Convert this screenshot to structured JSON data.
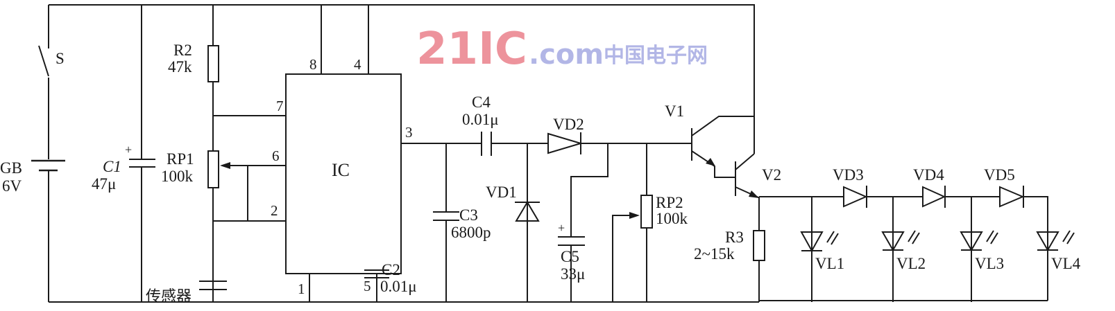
{
  "title": "Circuit schematic",
  "components": {
    "switch": {
      "ref": "S"
    },
    "battery": {
      "ref": "GB",
      "value": "6V"
    },
    "c1": {
      "ref": "C1",
      "value": "47μ",
      "polarity": "+"
    },
    "r2": {
      "ref": "R2",
      "value": "47k"
    },
    "rp1": {
      "ref": "RP1",
      "value": "100k"
    },
    "sensor": {
      "label": "传感器"
    },
    "ic": {
      "ref": "IC",
      "pins": {
        "p1": "1",
        "p2": "2",
        "p3": "3",
        "p4": "4",
        "p5": "5",
        "p6": "6",
        "p7": "7",
        "p8": "8"
      }
    },
    "c2": {
      "ref": "C2",
      "value": "0.01μ"
    },
    "c3": {
      "ref": "C3",
      "value": "6800p"
    },
    "c4": {
      "ref": "C4",
      "value": "0.01μ"
    },
    "vd1": {
      "ref": "VD1"
    },
    "vd2": {
      "ref": "VD2"
    },
    "c5": {
      "ref": "C5",
      "value": "33μ",
      "polarity": "+"
    },
    "rp2": {
      "ref": "RP2",
      "value": "100k"
    },
    "v1": {
      "ref": "V1"
    },
    "v2": {
      "ref": "V2"
    },
    "r3": {
      "ref": "R3",
      "value": "2~15k"
    },
    "vd3": {
      "ref": "VD3"
    },
    "vd4": {
      "ref": "VD4"
    },
    "vd5": {
      "ref": "VD5"
    },
    "vl1": {
      "ref": "VL1"
    },
    "vl2": {
      "ref": "VL2"
    },
    "vl3": {
      "ref": "VL3"
    },
    "vl4": {
      "ref": "VL4"
    }
  },
  "watermark": {
    "main": "21IC",
    "sub": ".com",
    "cn": "中国电子网"
  }
}
